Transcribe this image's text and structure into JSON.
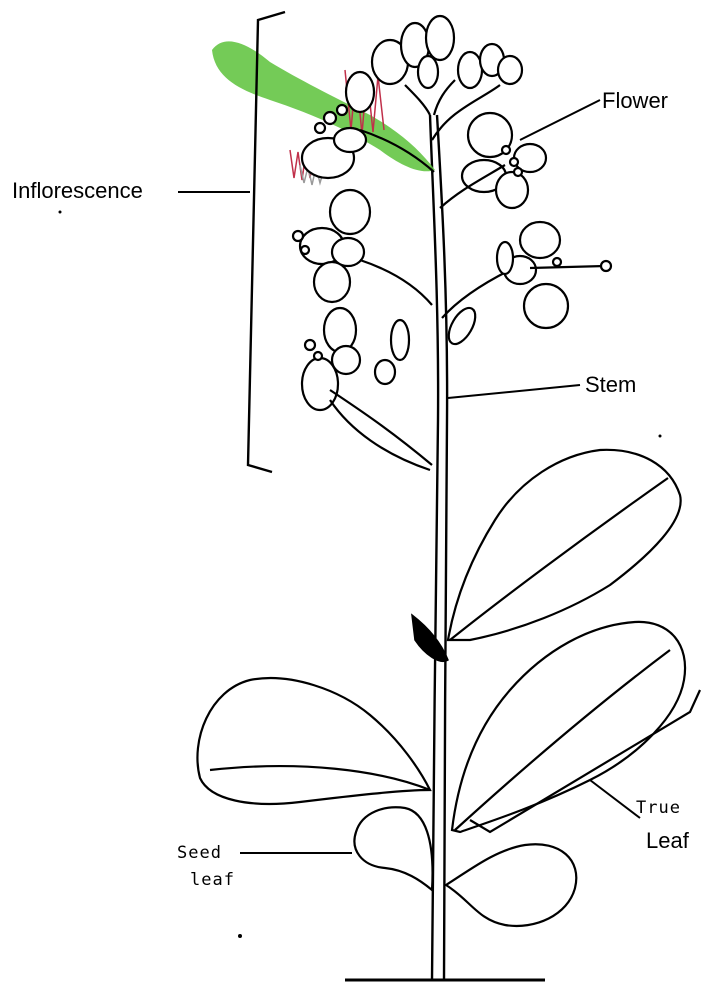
{
  "labels": {
    "inflorescence": "Inflorescence",
    "flower": "Flower",
    "stem": "Stem",
    "true_leaf_line1": "True",
    "true_leaf_line2": "Leaf",
    "seed_leaf_line1": "Seed",
    "seed_leaf_line2": "leaf"
  },
  "colors": {
    "ink": "#000000",
    "highlight_green": "#5cc23a",
    "scribble_red": "#c0304a",
    "scribble_gray": "#9a9a9a"
  }
}
